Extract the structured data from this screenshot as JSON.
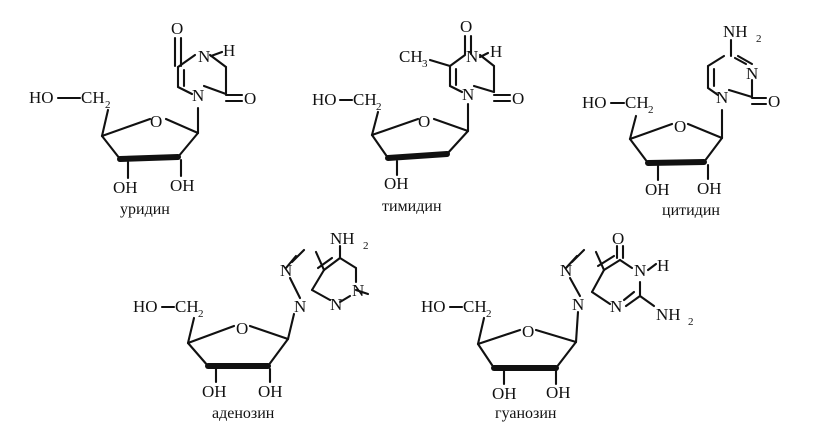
{
  "atoms": {
    "O": "O",
    "N": "N",
    "H": "H",
    "HO": "HO",
    "CH": "CH",
    "OH": "OH",
    "NH": "NH",
    "two": "2",
    "three": "3"
  },
  "names": {
    "uridine": "уридин",
    "thymidine": "тимидин",
    "cytidine": "цитидин",
    "adenosine": "аденозин",
    "guanosine": "гуанозин"
  }
}
